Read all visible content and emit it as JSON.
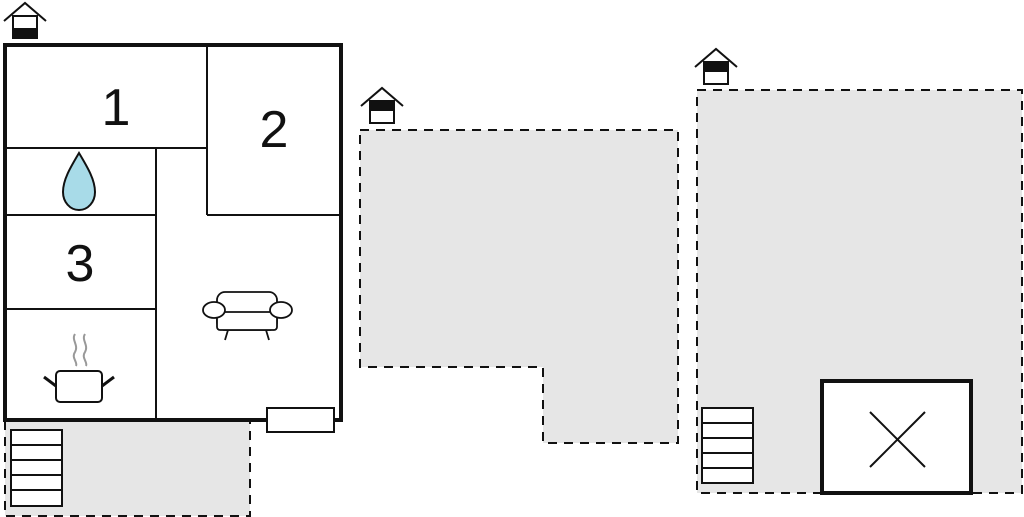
{
  "floorplan": {
    "rooms": [
      {
        "id": "room-1",
        "label": "1"
      },
      {
        "id": "room-2",
        "label": "2"
      },
      {
        "id": "room-3",
        "label": "3"
      }
    ],
    "icons": {
      "entrance": "house-icon",
      "bathroom": "water-drop-icon",
      "living": "sofa-icon",
      "kitchen": "cooking-pot-icon",
      "stairs": "stairs-icon",
      "bed": "bed-icon",
      "unavailable": "cross-icon"
    },
    "colors": {
      "outdoor_area": "#e6e6e6",
      "wall": "#111111",
      "water": "#a8dbe8"
    }
  }
}
